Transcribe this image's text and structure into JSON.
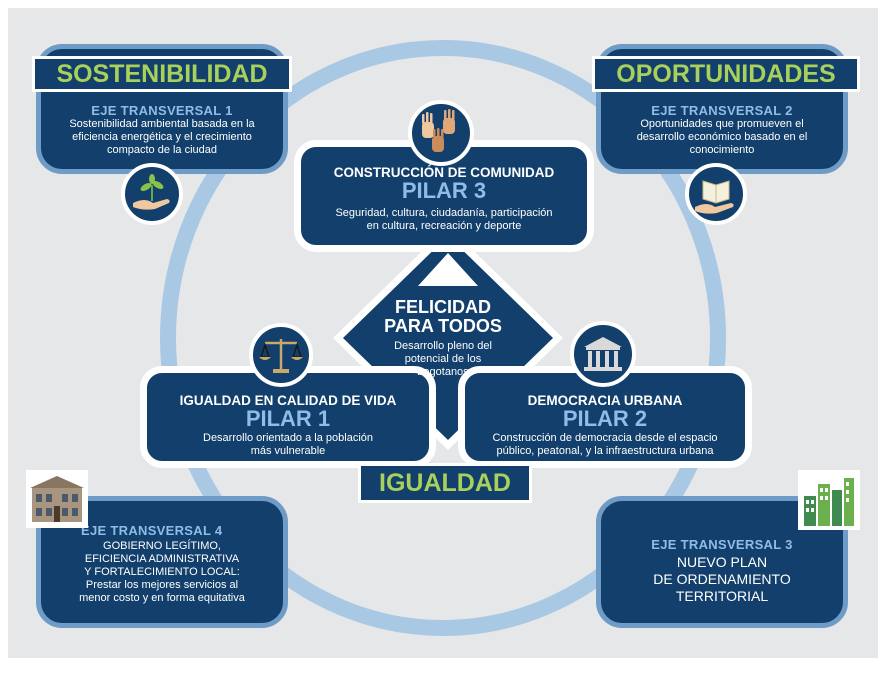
{
  "colors": {
    "navy": "#123f6b",
    "light_blue": "#8fbde8",
    "ring_blue": "#a9c8e4",
    "green": "#a8d05a",
    "background": "#e6e7e8"
  },
  "eje1": {
    "label": "SOSTENIBILIDAD",
    "heading": "EJE TRANSVERSAL 1",
    "text": "Sostenibilidad ambiental basada en la eficiencia energética y el crecimiento compacto de la ciudad",
    "icon": "plant-in-hand-icon"
  },
  "eje2": {
    "label": "OPORTUNIDADES",
    "heading": "EJE TRANSVERSAL 2",
    "text": "Oportunidades que promueven el desarrollo económico basado en el conocimiento",
    "icon": "book-in-hand-icon"
  },
  "eje3": {
    "heading": "EJE TRANSVERSAL 3",
    "line1": "NUEVO PLAN",
    "line2": "DE ORDENAMIENTO",
    "line3": "TERRITORIAL",
    "icon": "city-buildings-icon"
  },
  "eje4": {
    "heading": "EJE TRANSVERSAL 4",
    "line1": "GOBIERNO LEGÍTIMO,",
    "line2": "EFICIENCIA ADMINISTRATIVA",
    "line3": "Y  FORTALECIMIENTO LOCAL:",
    "line4": "Prestar los mejores servicios al",
    "line5": "menor costo y en forma equitativa",
    "icon": "government-building-icon"
  },
  "pilar3": {
    "title": "CONSTRUCCIÓN DE COMUNIDAD",
    "name": "PILAR 3",
    "desc_line1": "Seguridad, cultura, ciudadanía, participación",
    "desc_line2": "en cultura, recreación y deporte",
    "icon": "raised-hands-icon"
  },
  "pilar1": {
    "title": "IGUALDAD EN CALIDAD DE VIDA",
    "name": "PILAR 1",
    "desc_line1": "Desarrollo orientado a la población",
    "desc_line2": "más vulnerable",
    "icon": "scales-icon"
  },
  "pilar2": {
    "title": "DEMOCRACIA URBANA",
    "name": "PILAR 2",
    "desc_line1": "Construcción de democracia desde el espacio",
    "desc_line2": "público, peatonal, y la infraestructura urbana",
    "icon": "columns-building-icon"
  },
  "center": {
    "title_line1": "FELICIDAD",
    "title_line2": "PARA TODOS",
    "sub_line1": "Desarrollo pleno del",
    "sub_line2": "potencial de los",
    "sub_line3": "bogotanos"
  },
  "igualdad_label": "IGUALDAD"
}
